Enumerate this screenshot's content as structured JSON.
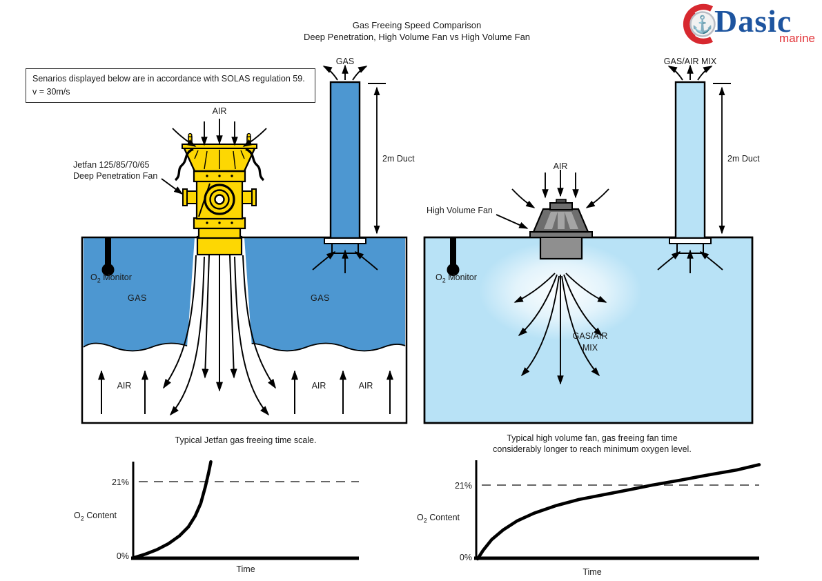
{
  "header": {
    "title_line1": "Gas Freeing Speed Comparison",
    "title_line2": "Deep Penetration, High Volume Fan vs High Volume Fan"
  },
  "logo": {
    "brand": "Dasic",
    "sub": "marine",
    "anchor_icon": "⚓"
  },
  "note": {
    "line1": "Senarios displayed below are in accordance with SOLAS regulation 59.",
    "line2": "v = 30m/s"
  },
  "left": {
    "fan_label1": "Jetfan 125/85/70/65",
    "fan_label2": "Deep Penetration Fan",
    "air_top": "AIR",
    "duct_label": "GAS",
    "duct_dim": "2m Duct",
    "monitor_o": "O",
    "monitor_sub": "2",
    "monitor_rest": " Monitor",
    "gas_left": "GAS",
    "gas_right": "GAS",
    "air_bottom": [
      "AIR",
      "AIR",
      "AIR"
    ]
  },
  "right": {
    "fan_label": "High Volume Fan",
    "air_top": "AIR",
    "duct_label": "GAS/AIR MIX",
    "duct_dim": "2m Duct",
    "monitor_o": "O",
    "monitor_sub": "2",
    "monitor_rest": " Monitor",
    "mix_line1": "GAS/AIR",
    "mix_line2": "MIX"
  },
  "chart_data": [
    {
      "type": "line",
      "title": "Typical Jetfan gas freeing time scale.",
      "xlabel": "Time",
      "ylabel": "O2 Content",
      "ylabel_o": "O",
      "ylabel_sub": "2",
      "ylabel_rest": " Content",
      "yticks": [
        "0%",
        "21%"
      ],
      "threshold_percent": 21,
      "ylim": [
        0,
        27
      ],
      "grid": false,
      "x_norm": [
        0,
        0.05,
        0.1,
        0.15,
        0.2,
        0.24,
        0.27,
        0.295,
        0.315,
        0.33,
        0.34
      ],
      "o2_percent": [
        0,
        1.0,
        2.2,
        3.8,
        6.0,
        8.5,
        11.5,
        15.0,
        19.5,
        23.5,
        26.5
      ]
    },
    {
      "type": "line",
      "title_line1": "Typical high volume fan, gas freeing fan time",
      "title_line2": "considerably longer to reach minimum oxygen level.",
      "xlabel": "Time",
      "ylabel": "O2 Content",
      "ylabel_o": "O",
      "ylabel_sub": "2",
      "ylabel_rest": " Content",
      "yticks": [
        "0%",
        "21%"
      ],
      "threshold_percent": 21,
      "ylim": [
        0,
        27
      ],
      "grid": false,
      "x_norm": [
        0,
        0.02,
        0.05,
        0.09,
        0.14,
        0.2,
        0.28,
        0.36,
        0.45,
        0.54,
        0.62,
        0.72,
        0.82,
        0.92,
        1.0
      ],
      "o2_percent": [
        0,
        2.5,
        5.5,
        8.2,
        10.8,
        13.0,
        15.2,
        16.9,
        18.3,
        19.7,
        21.0,
        22.4,
        23.9,
        25.3,
        26.8
      ]
    }
  ],
  "colors": {
    "tank_blue": "#4d97d1",
    "light_blue": "#b8e2f6",
    "fan_yellow": "#fdd703",
    "fan_gray": "#6e6e6e",
    "logo_blue": "#1d549f",
    "logo_red": "#d7282f"
  }
}
